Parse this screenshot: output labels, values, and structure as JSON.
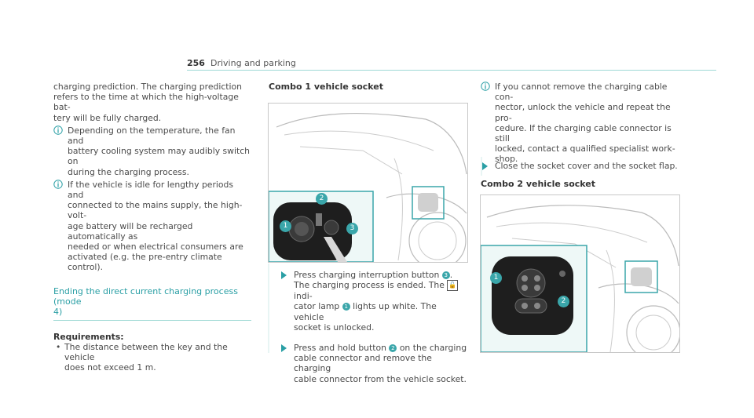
{
  "header": {
    "page_number": "256",
    "section": "Driving and parking"
  },
  "col1": {
    "intro": "charging prediction. The charging prediction refers to the time at which the high-voltage battery will be fully charged.",
    "intro_l1": "charging prediction. The charging prediction",
    "intro_l2": "refers to the time at which the high-voltage bat-",
    "intro_l3": "tery will be fully charged.",
    "info1_l1": "Depending on the temperature, the fan and",
    "info1_l2": "battery cooling system may audibly switch on",
    "info1_l3": "during the charging process.",
    "info2_l1": "If the vehicle is idle for lengthy periods and",
    "info2_l2": "connected to the mains supply, the high-volt-",
    "info2_l3": "age battery will be recharged automatically as",
    "info2_l4": "needed or when electrical consumers are",
    "info2_l5": "activated (e.g. the pre-entry climate control).",
    "heading_l1": "Ending the direct current charging process (mode",
    "heading_l2": "4)",
    "requirements_label": "Requirements:",
    "req_bullet": "•",
    "req_l1": "The distance between the key and the vehicle",
    "req_l2": "does not exceed 1 m."
  },
  "col2": {
    "fig_title": "Combo 1 vehicle socket",
    "callouts": [
      "1",
      "2",
      "3"
    ],
    "step1_l1a": "Press charging interruption button",
    "step1_l1b": ".",
    "step1_l2a": "The charging process is ended. The",
    "step1_l2b": "indi-",
    "step1_l3a": "cator lamp",
    "step1_l3b": "lights up white. The vehicle",
    "step1_l4": "socket is unlocked.",
    "step2_l1a": "Press and hold button",
    "step2_l1b": "on the charging",
    "step2_l2": "cable connector and remove the charging",
    "step2_l3": "cable connector from the vehicle socket."
  },
  "col3": {
    "info_l1": "If you cannot remove the charging cable con-",
    "info_l2": "nector, unlock the vehicle and repeat the pro-",
    "info_l3": "cedure. If the charging cable connector is still",
    "info_l4": "locked, contact a qualified specialist work-",
    "info_l5": "shop.",
    "step_l1": "Close the socket cover and the socket flap.",
    "fig_title": "Combo 2 vehicle socket",
    "callouts": [
      "1",
      "2"
    ]
  },
  "colors": {
    "accent": "#2a9fa5",
    "rule": "#9fd9d5",
    "callout": "#3aa6aa"
  }
}
